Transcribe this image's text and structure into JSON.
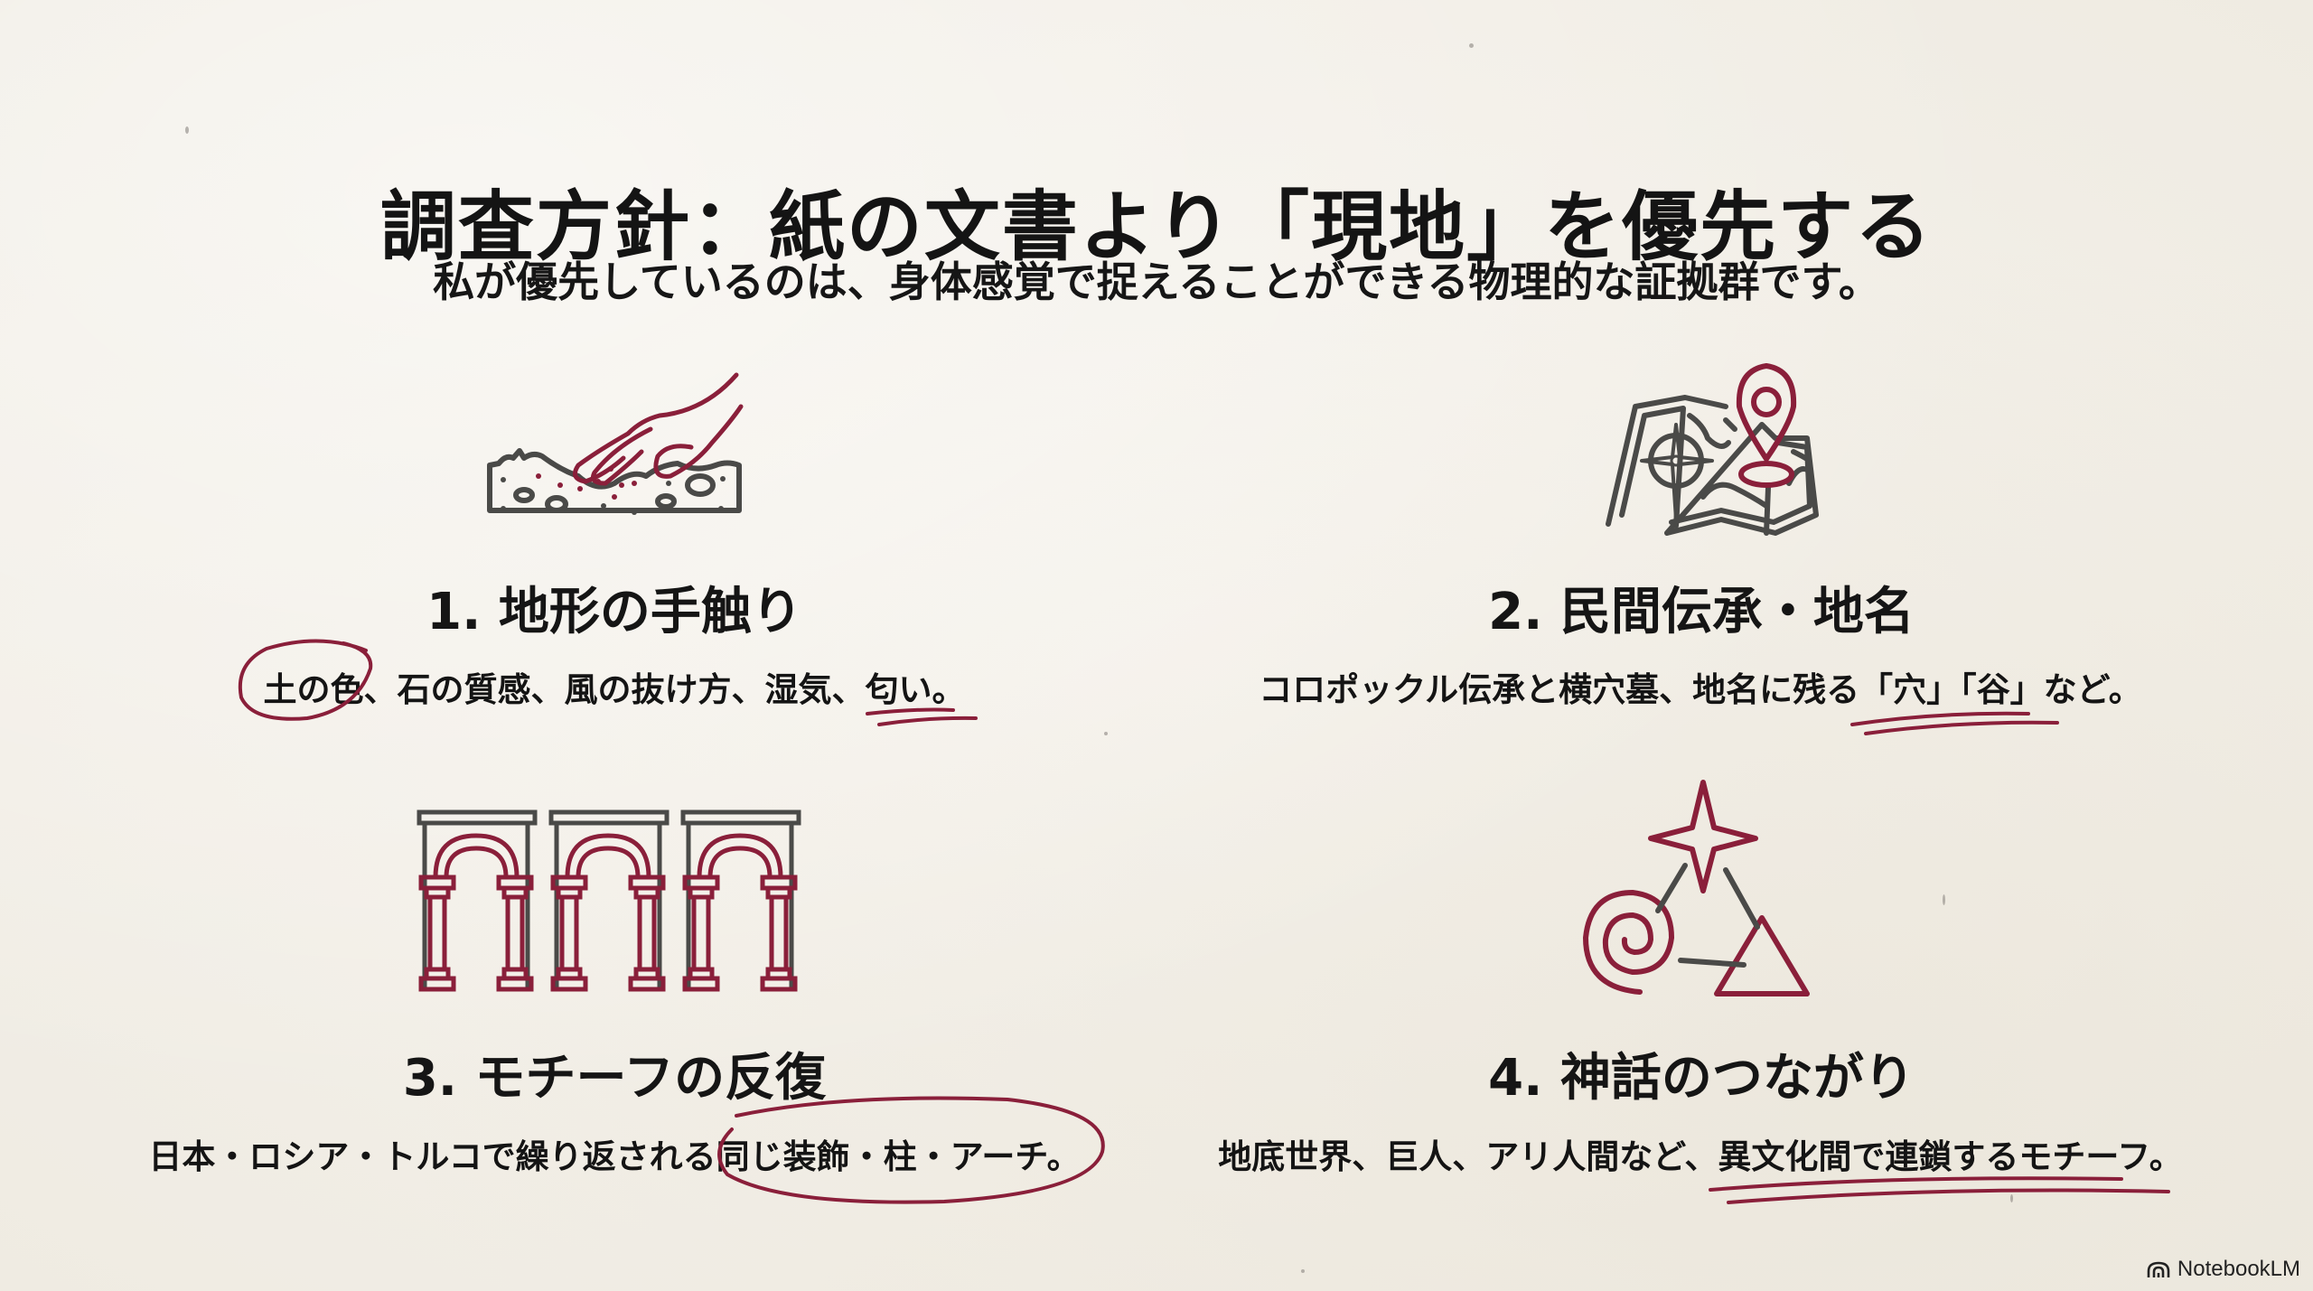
{
  "slide": {
    "title": "調査方針：紙の文書より「現地」を優先する",
    "subtitle": "私が優先しているのは、身体感覚で捉えることができる物理的な証拠群です。"
  },
  "items": [
    {
      "title": "1. 地形の手触り",
      "description": "土の色、石の質感、風の抜け方、湿気、匂い。",
      "icon": "hand-touching-soil-icon",
      "annotations": [
        "circle: 土の色",
        "underline: 匂い"
      ]
    },
    {
      "title": "2. 民間伝承・地名",
      "description": "コロポックル伝承と横穴墓、地名に残る「穴」「谷」など。",
      "icon": "map-with-location-pin-icon",
      "annotations": [
        "underline: 「穴」「谷」"
      ]
    },
    {
      "title": "3. モチーフの反復",
      "description": "日本・ロシア・トルコで繰り返される同じ装飾・柱・アーチ。",
      "icon": "arches-colonnade-icon",
      "annotations": [
        "circle: 同じ装飾・柱・アーチ。"
      ]
    },
    {
      "title": "4. 神話のつながり",
      "description": "地底世界、巨人、アリ人間など、異文化間で連鎖するモチーフ。",
      "icon": "connected-symbols-icon",
      "annotations": [
        "underline: 異文化間で連鎖するモチーフ"
      ]
    }
  ],
  "colors": {
    "background": "#f4f1ea",
    "text": "#141414",
    "accent": "#8a1f3a",
    "icon_gray": "#4a4a48"
  },
  "branding": {
    "label": "NotebookLM",
    "icon": "notebooklm-logo-icon"
  }
}
